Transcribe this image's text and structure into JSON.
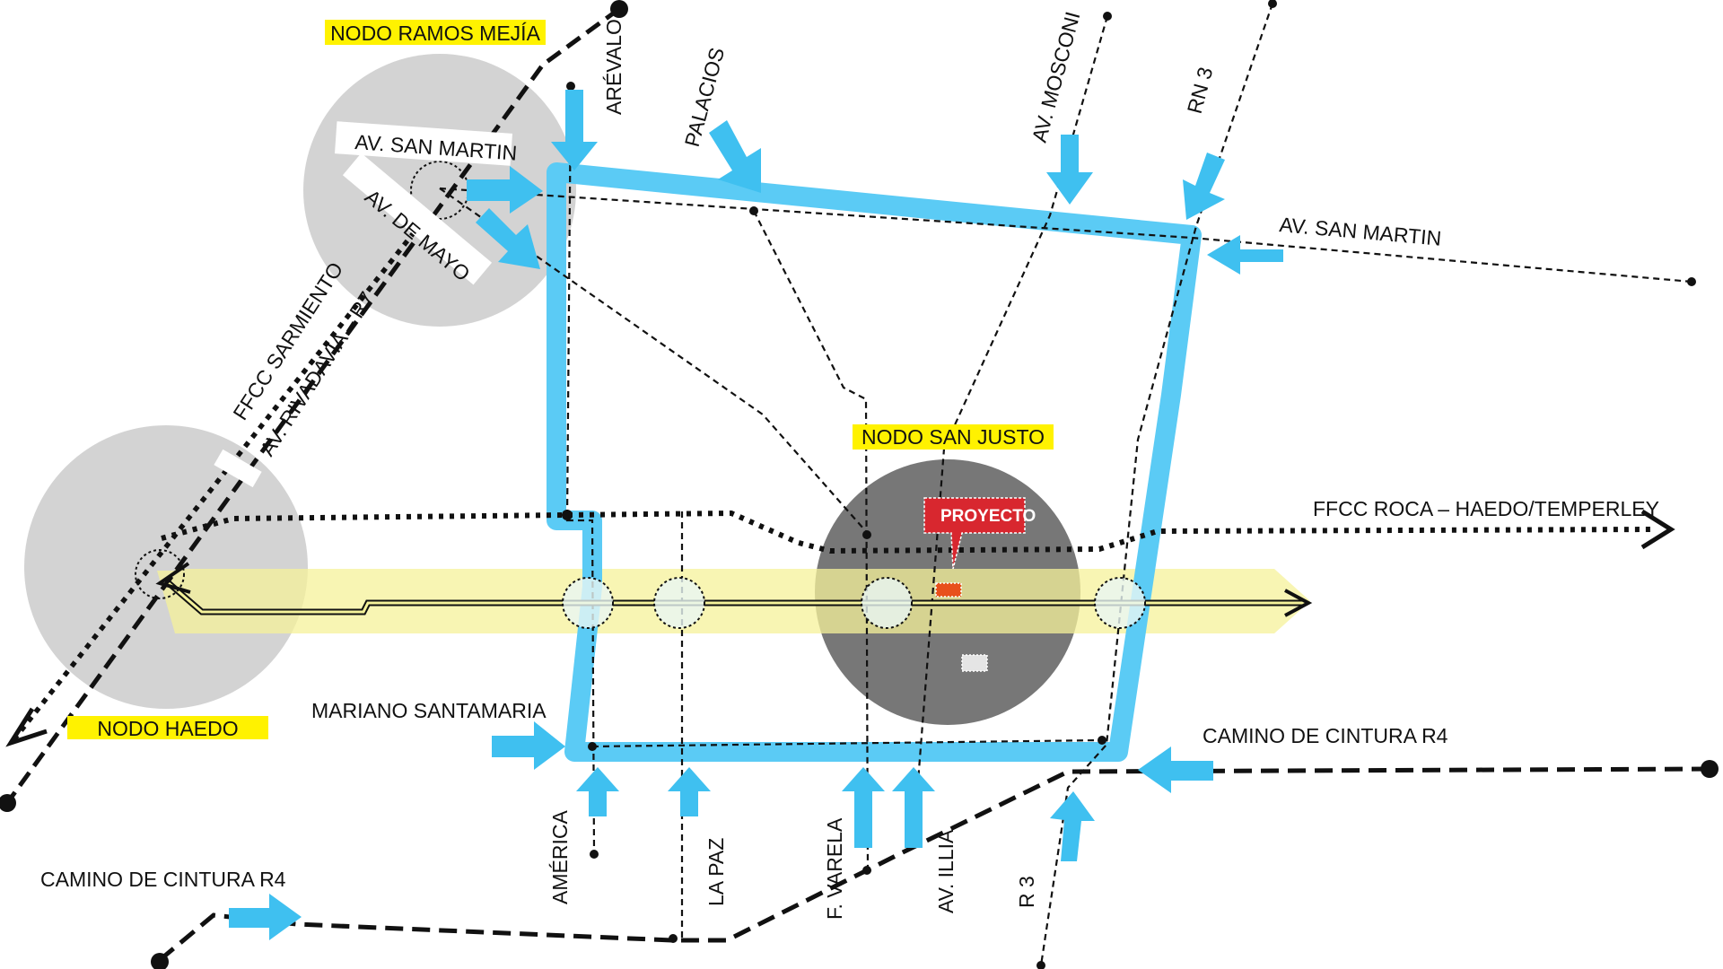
{
  "colors": {
    "loop": "#5bcbf5",
    "arrow": "#3fc0f0",
    "node_light": "#d3d3d3",
    "node_dark": "#777777",
    "corridor": "#f5f29a",
    "label_bg": "#fff200",
    "project": "#d8272f"
  },
  "nodes": {
    "ramos_mejia": "NODO RAMOS MEJÍA",
    "haedo": "NODO HAEDO",
    "san_justo": "NODO SAN JUSTO"
  },
  "project": {
    "label": "PROYECTO"
  },
  "streets": {
    "arevalo": "ARÉVALO",
    "palacios": "PALACIOS",
    "mosconi": "AV. MOSCONI",
    "rn3": "RN 3",
    "san_martin_left": "AV. SAN MARTIN",
    "de_mayo": "AV. DE MAYO",
    "san_martin_right": "AV. SAN MARTIN",
    "sarmiento": "FFCC SARMIENTO",
    "rivadavia": "AV. RIVADAVIA – R7",
    "roca": "FFCC ROCA – HAEDO/TEMPERLEY",
    "santamaria": "MARIANO SANTAMARIA",
    "cintura_right": "CAMINO DE CINTURA R4",
    "cintura_left": "CAMINO DE CINTURA R4",
    "america": "AMÉRICA",
    "la_paz": "LA PAZ",
    "varela": "F. VARELA",
    "illia": "AV. ILLIA",
    "r3": "R 3"
  },
  "icons": [
    "inflow-arrow-icon",
    "flow-direction-arrow-icon",
    "station-marker-icon"
  ]
}
